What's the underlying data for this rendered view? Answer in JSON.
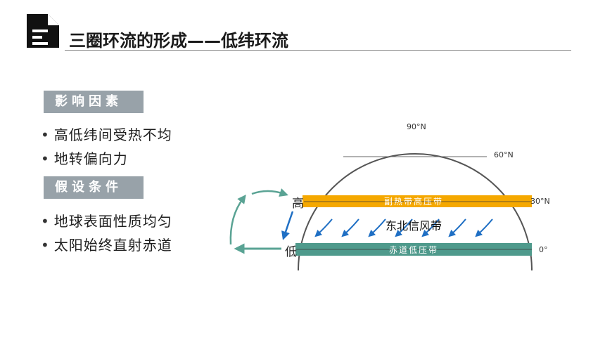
{
  "header": {
    "title": "三圈环流的形成——低纬环流",
    "icon": "document-icon"
  },
  "sections": [
    {
      "heading": "影响因素",
      "items": [
        "高低纬间受热不均",
        "地转偏向力"
      ]
    },
    {
      "heading": "假设条件",
      "items": [
        "地球表面性质均匀",
        "太阳始终直射赤道"
      ]
    }
  ],
  "diagram": {
    "latitudes": {
      "lat90": "90°N",
      "lat60": "60°N",
      "lat30": "30°N",
      "lat0": "0°"
    },
    "high_pressure_band": "副热带高压带",
    "low_pressure_band": "赤道低压带",
    "trade_wind_label": "东北信风带",
    "high_label": "高",
    "low_label": "低",
    "colors": {
      "high_band": "#f5a800",
      "low_band": "#4f9a8c",
      "circulation_arrow": "#5aa394",
      "wind_arrow": "#1f6fc4",
      "earth_outline": "#555555"
    }
  }
}
